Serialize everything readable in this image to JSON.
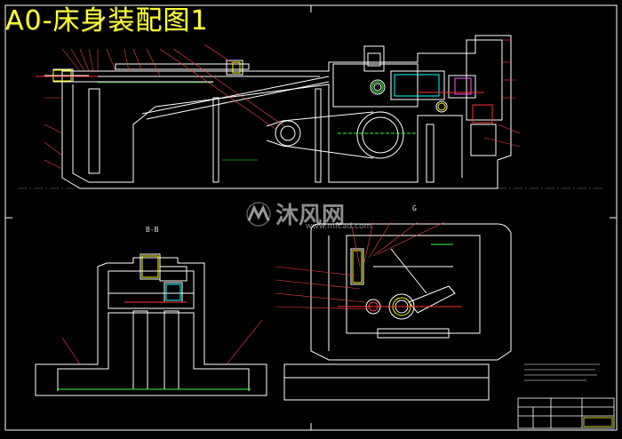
{
  "title": "A0-床身装配图1",
  "section_label": "B-B",
  "view_label": "G",
  "watermark": {
    "brand": "沐风网",
    "url": "www.mfcad.com",
    "logo_icon": "mf-logo-icon"
  },
  "colors": {
    "background": "#000000",
    "title": "#ffff33",
    "line": "#ffffff",
    "accent_yellow": "#ffff00",
    "accent_red": "#ff3030",
    "accent_cyan": "#00ffff",
    "accent_green": "#33ff33",
    "accent_magenta": "#ff55ff"
  }
}
